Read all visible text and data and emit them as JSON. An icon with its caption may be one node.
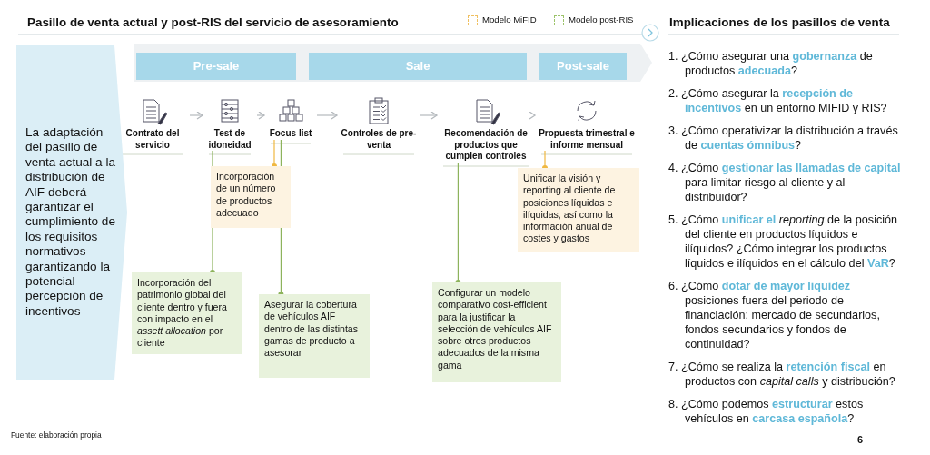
{
  "diagram": {
    "title": "Pasillo de venta actual y post-RIS del servicio de asesoramiento",
    "nodes": [
      {
        "text": [
          "La adaptación del pasillo de venta actual a la distribución de AIF deberá garantizar el cumplimiento de los requisitos normativos garantizando la potencial percepción de incentivos"
        ]
      },
      {
        "text": [
          "Pre-sale"
        ]
      },
      {
        "text": [
          "Sale"
        ]
      },
      {
        "text": [
          "Post-sale"
        ]
      },
      {
        "text": [
          "Contrato del servicio"
        ]
      },
      {
        "text": [
          "Test de idoneidad"
        ]
      },
      {
        "text": [
          "Focus list"
        ]
      },
      {
        "text": [
          "Controles de pre-venta"
        ]
      },
      {
        "text": [
          "Recomendación de productos que cumplen controles"
        ]
      },
      {
        "text": [
          "Propuesta trimestral e informe mensual"
        ]
      },
      {
        "text": [
          "Incorporación de un número de productos adecuado"
        ]
      },
      {
        "text": [
          "Incorporación del patrimonio global del cliente dentro y fuera con impacto en el *assett allocation* por cliente"
        ]
      },
      {
        "text": [
          "Asegurar la cobertura de vehículos AIF dentro de las distintas gamas de producto a asesorar"
        ]
      },
      {
        "text": [
          "Configurar un modelo comparativo cost-efficient para la justificar la selección de vehículos AIF sobre otros productos adecuados de la misma gama"
        ]
      },
      {
        "text": [
          "Unificar la visión y reporting al cliente de posiciones líquidas e ilíquidas, así como la información anual de costes y gastos"
        ]
      }
    ],
    "edges": [
      {
        "from": 4,
        "to": 5,
        "arrow": "to"
      },
      {
        "from": 5,
        "to": 6,
        "arrow": "to"
      },
      {
        "from": 6,
        "to": 7,
        "arrow": "to"
      },
      {
        "from": 7,
        "to": 8,
        "arrow": "to"
      },
      {
        "from": 8,
        "to": 9,
        "arrow": "to"
      },
      {
        "from": 10,
        "to": 6,
        "arrow": "other",
        "color": "#f0b840"
      },
      {
        "from": 11,
        "to": 5,
        "arrow": "other",
        "color": "#8db35c"
      },
      {
        "from": 12,
        "to": 6,
        "arrow": "other",
        "color": "#8db35c"
      },
      {
        "from": 13,
        "to": 8,
        "arrow": "other",
        "color": "#8db35c"
      },
      {
        "from": 14,
        "to": 9,
        "arrow": "other",
        "color": "#f0b840"
      }
    ],
    "labels": [
      "Implicaciones de los pasillos de venta",
      "1. ¿Cómo asegurar una **gobernanza** de productos **adecuada**?",
      "2. ¿Cómo asegurar la **recepción de incentivos** en un entorno MIFID y RIS?",
      "3. ¿Cómo operativizar la distribución a través de **cuentas ómnibus**?",
      "4. ¿Cómo **gestionar las llamadas de capital** para limitar riesgo al cliente y al distribuidor?",
      "5. ¿Cómo **unificar el** *reporting* de la posición del cliente en productos líquidos e ilíquidos? ¿Cómo integrar los productos líquidos e ilíquidos en el cálculo del **VaR**?",
      "6. ¿Cómo **dotar de mayor liquidez** posiciones fuera del periodo de financiación: mercado de secundarios, fondos secundarios y fondos de continuidad?",
      "7. ¿Cómo se realiza la **retención fiscal** en productos con *capital calls* y distribución?",
      "8. ¿Cómo podemos **estructurar** estos vehículos en **carcasa española**?",
      "Fuente: elaboración propia",
      "6"
    ],
    "legend": [
      {
        "text": "Modelo MiFID"
      },
      {
        "text": "Modelo post-RIS"
      }
    ]
  }
}
